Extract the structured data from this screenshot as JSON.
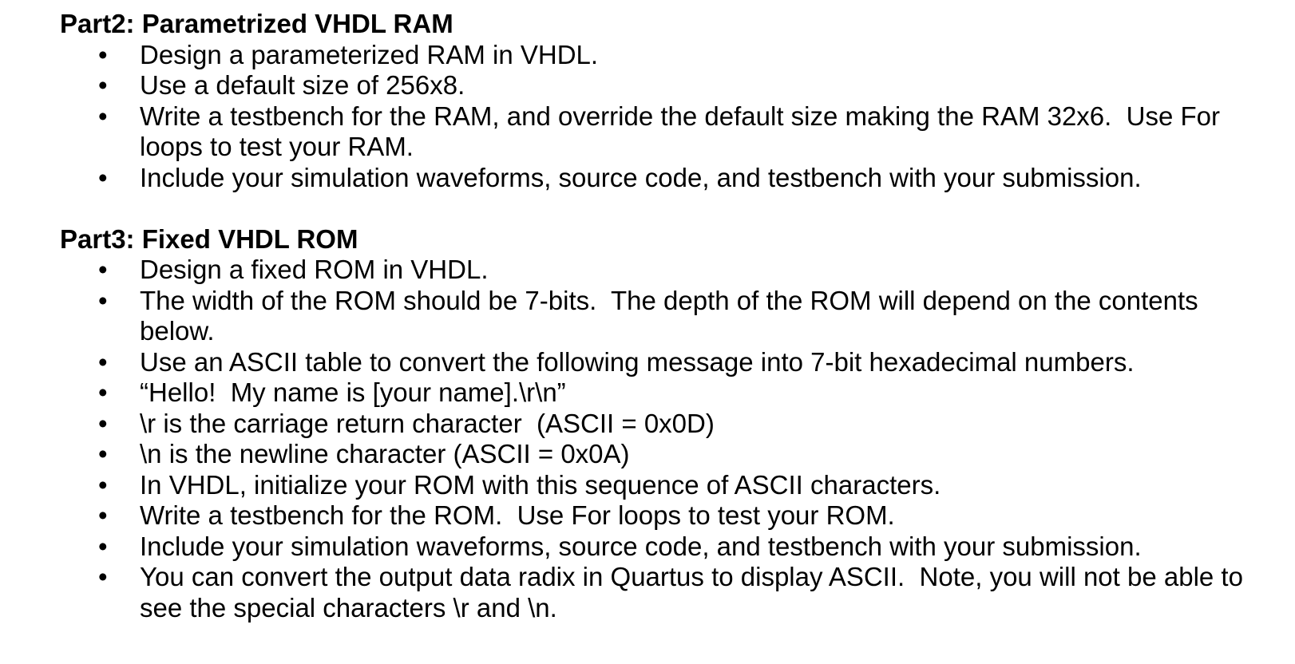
{
  "page": {
    "background_color": "#ffffff",
    "text_color": "#000000",
    "bullet_char": "•"
  },
  "document": {
    "sections": [
      {
        "heading": "Part2: Parametrized VHDL RAM",
        "bullets": [
          "Design a parameterized RAM in VHDL.",
          "Use a default size of 256x8.",
          "Write a testbench for the RAM, and override the default size making the RAM 32x6.  Use For loops to test your RAM.",
          "Include your simulation waveforms, source code, and testbench with your submission."
        ]
      },
      {
        "heading": "Part3: Fixed VHDL ROM",
        "bullets": [
          "Design a fixed ROM in VHDL.",
          "The width of the ROM should be 7-bits.  The depth of the ROM will depend on the contents below.",
          "Use an ASCII table to convert the following message into 7-bit hexadecimal numbers.",
          "“Hello!  My name is [your name].\\r\\n”",
          "\\r is the carriage return character  (ASCII = 0x0D)",
          "\\n is the newline character (ASCII = 0x0A)",
          "In VHDL, initialize your ROM with this sequence of ASCII characters.",
          "Write a testbench for the ROM.  Use For loops to test your ROM.",
          "Include your simulation waveforms, source code, and testbench with your submission.",
          "You can convert the output data radix in Quartus to display ASCII.  Note, you will not be able to see the special characters \\r and \\n."
        ]
      }
    ]
  }
}
